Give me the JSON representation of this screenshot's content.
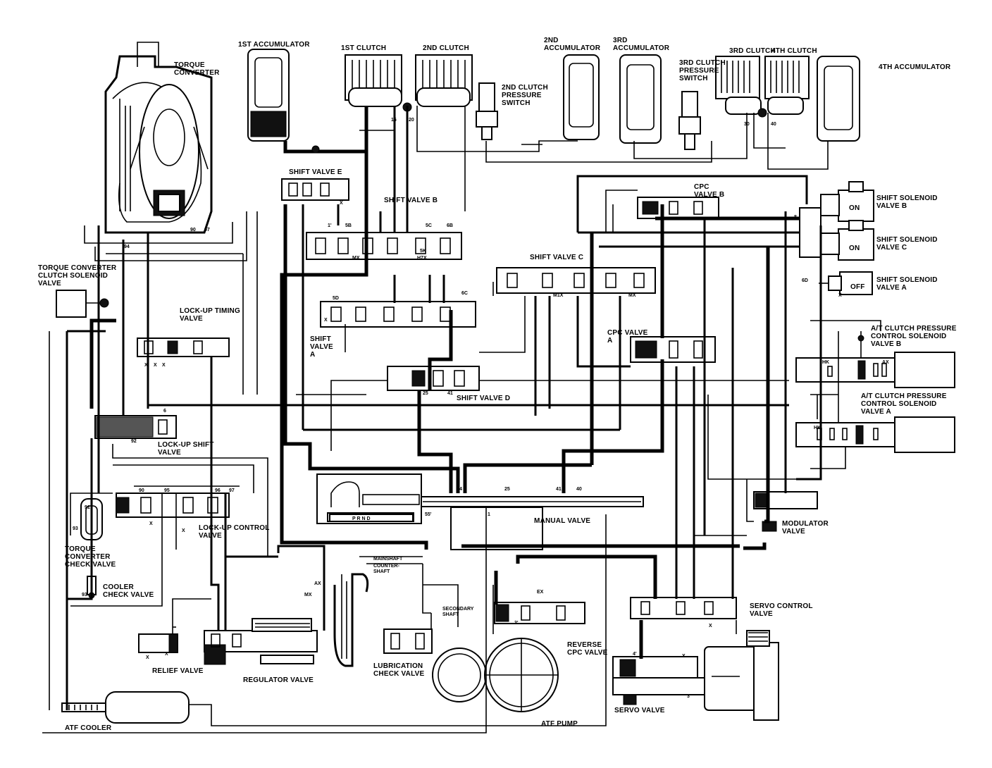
{
  "components": {
    "torque_converter": "TORQUE\nCONVERTER",
    "first_accumulator": "1ST ACCUMULATOR",
    "first_clutch": "1ST CLUTCH",
    "second_clutch": "2ND CLUTCH",
    "second_clutch_pressure_switch": "2ND CLUTCH\nPRESSURE\nSWITCH",
    "second_accumulator": "2ND\nACCUMULATOR",
    "third_accumulator": "3RD\nACCUMULATOR",
    "third_clutch_pressure_switch": "3RD CLUTCH\nPRESSURE\nSWITCH",
    "third_clutch": "3RD CLUTCH",
    "fourth_clutch": "4TH CLUTCH",
    "fourth_accumulator": "4TH ACCUMULATOR",
    "shift_solenoid_valve_b": "SHIFT SOLENOID\nVALVE B",
    "shift_solenoid_valve_c": "SHIFT SOLENOID\nVALVE C",
    "shift_solenoid_valve_a": "SHIFT SOLENOID\nVALVE A",
    "at_clutch_pressure_b": "A/T CLUTCH PRESSURE\nCONTROL SOLENOID\nVALVE B",
    "at_clutch_pressure_a": "A/T CLUTCH PRESSURE\nCONTROL SOLENOID\nVALVE A",
    "tcc_solenoid": "TORQUE CONVERTER\nCLUTCH SOLENOID\nVALVE",
    "shift_valve_e": "SHIFT VALVE E",
    "shift_valve_b": "SHIFT VALVE B",
    "shift_valve_c": "SHIFT VALVE C",
    "shift_valve_a": "SHIFT\nVALVE\nA",
    "shift_valve_d": "SHIFT VALVE D",
    "cpc_valve_b": "CPC\nVALVE B",
    "cpc_valve_a": "CPC VALVE\nA",
    "lockup_timing_valve": "LOCK-UP TIMING\nVALVE",
    "lockup_shift_valve": "LOCK-UP SHIFT\nVALVE",
    "lockup_control_valve": "LOCK-UP CONTROL\nVALVE",
    "tc_check_valve": "TORQUE\nCONVERTER\nCHECK VALVE",
    "cooler_check_valve": "COOLER\nCHECK VALVE",
    "manual_valve": "MANUAL VALVE",
    "modulator_valve": "MODULATOR\nVALVE",
    "servo_control_valve": "SERVO CONTROL\nVALVE",
    "reverse_cpc_valve": "REVERSE\nCPC VALVE",
    "servo_valve": "SERVO VALVE",
    "atf_pump": "ATF PUMP",
    "lubrication_check_valve": "LUBRICATION\nCHECK VALVE",
    "regulator_valve": "REGULATOR VALVE",
    "relief_valve": "RELIEF VALVE",
    "atf_cooler": "ATF COOLER",
    "mainshaft": "MAINSHAFT",
    "countershaft": "COUNTER-\nSHAFT",
    "secondary_shaft": "SECONDARY\nSHAFT"
  },
  "solenoid_states": {
    "b": "ON",
    "c": "ON",
    "a": "OFF"
  },
  "manual_positions": "P R N D",
  "small_markings": {
    "x": "X",
    "ex": "EX",
    "mx": "MX",
    "m1x": "M1X",
    "h7x": "H7X",
    "hk": "HK",
    "ax": "AX",
    "p1": "1",
    "p25": "25",
    "p41": "41",
    "p40": "40",
    "p55": "55'",
    "p4": "4",
    "p3": "3",
    "p3b": "3'",
    "p90": "90",
    "p91": "91",
    "p92": "92",
    "p93": "93",
    "p94": "94",
    "p95": "95",
    "p96": "96",
    "p97": "97",
    "p5b": "5B",
    "p5c": "5C",
    "p5k": "5K",
    "p5d": "5D",
    "p6": "6",
    "p6b": "6B",
    "p6c": "6C",
    "p6d": "6D",
    "p8": "8",
    "p16": "16",
    "p20": "20",
    "p30": "30",
    "p40b": "40",
    "p4s": "4'",
    "p1b": "1'"
  }
}
